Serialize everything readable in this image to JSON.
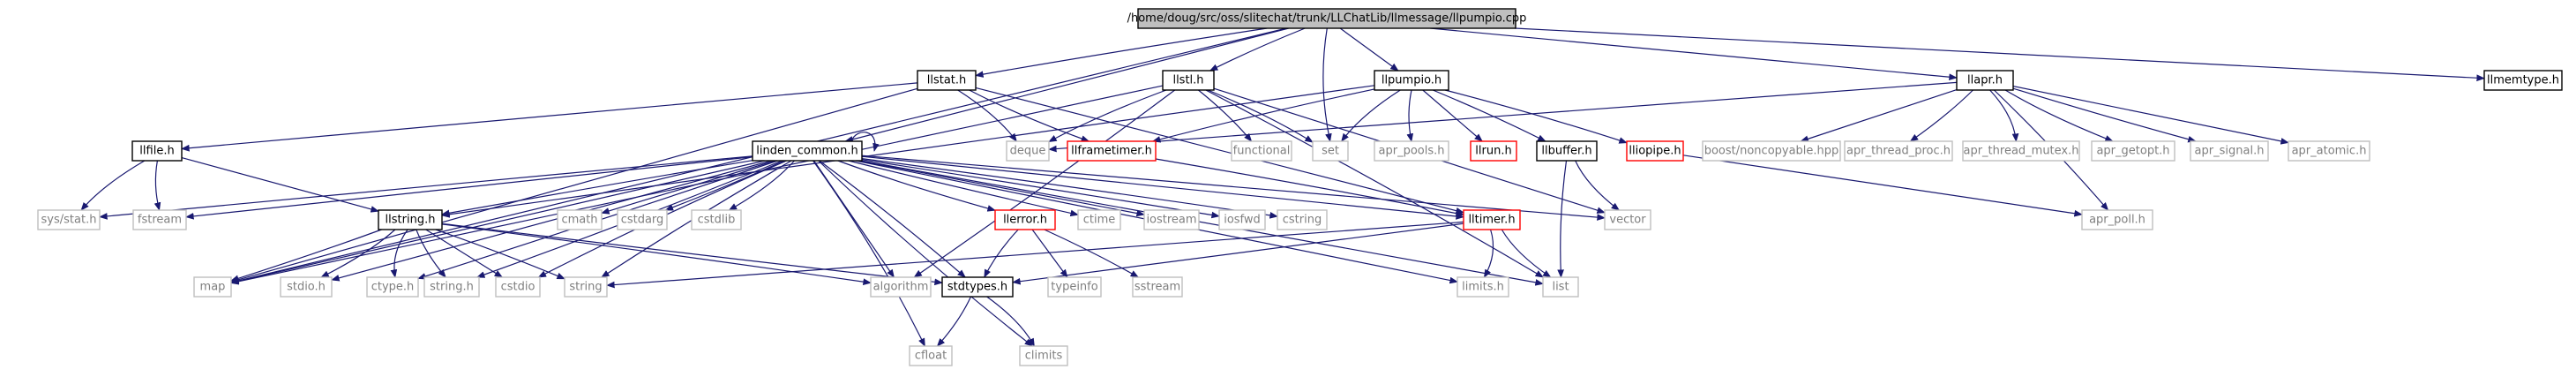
{
  "colors": {
    "edge": "#191970",
    "root_fill": "#bfbfbf",
    "border_black": "#000000",
    "border_red": "#ff0000",
    "border_gray": "#bfbfbf",
    "text_gray": "#7f7f7f",
    "text_dark": "#000000"
  },
  "nodes": [
    {
      "id": "llpumpio_cpp",
      "label": "/home/doug/src/oss/slitechat/trunk/LLChatLib/llmessage/llpumpio.cpp",
      "style": "root"
    },
    {
      "id": "llstat_h",
      "label": "llstat.h",
      "style": "black"
    },
    {
      "id": "llstl_h",
      "label": "llstl.h",
      "style": "black"
    },
    {
      "id": "llpumpio_h",
      "label": "llpumpio.h",
      "style": "black"
    },
    {
      "id": "llapr_h",
      "label": "llapr.h",
      "style": "black"
    },
    {
      "id": "llmemtype_h",
      "label": "llmemtype.h",
      "style": "black"
    },
    {
      "id": "llfile_h",
      "label": "llfile.h",
      "style": "black"
    },
    {
      "id": "linden_common_h",
      "label": "linden_common.h",
      "style": "black"
    },
    {
      "id": "llframetimer_h",
      "label": "llframetimer.h",
      "style": "red"
    },
    {
      "id": "deque",
      "label": "deque",
      "style": "gray"
    },
    {
      "id": "functional",
      "label": "functional",
      "style": "gray"
    },
    {
      "id": "set",
      "label": "set",
      "style": "gray"
    },
    {
      "id": "apr_pools_h",
      "label": "apr_pools.h",
      "style": "gray"
    },
    {
      "id": "llrun_h",
      "label": "llrun.h",
      "style": "red"
    },
    {
      "id": "llbuffer_h",
      "label": "llbuffer.h",
      "style": "black"
    },
    {
      "id": "lliopipe_h",
      "label": "lliopipe.h",
      "style": "red"
    },
    {
      "id": "boost_noncopyable",
      "label": "boost/noncopyable.hpp",
      "style": "gray"
    },
    {
      "id": "apr_thread_proc",
      "label": "apr_thread_proc.h",
      "style": "gray"
    },
    {
      "id": "apr_thread_mutex",
      "label": "apr_thread_mutex.h",
      "style": "gray"
    },
    {
      "id": "apr_getopt",
      "label": "apr_getopt.h",
      "style": "gray"
    },
    {
      "id": "apr_signal",
      "label": "apr_signal.h",
      "style": "gray"
    },
    {
      "id": "apr_atomic",
      "label": "apr_atomic.h",
      "style": "gray"
    },
    {
      "id": "sys_stat",
      "label": "sys/stat.h",
      "style": "gray"
    },
    {
      "id": "fstream",
      "label": "fstream",
      "style": "gray"
    },
    {
      "id": "llstring_h",
      "label": "llstring.h",
      "style": "black"
    },
    {
      "id": "cmath",
      "label": "cmath",
      "style": "gray"
    },
    {
      "id": "cstdarg",
      "label": "cstdarg",
      "style": "gray"
    },
    {
      "id": "cstdlib",
      "label": "cstdlib",
      "style": "gray"
    },
    {
      "id": "llerror_h",
      "label": "llerror.h",
      "style": "red"
    },
    {
      "id": "ctime",
      "label": "ctime",
      "style": "gray"
    },
    {
      "id": "iostream",
      "label": "iostream",
      "style": "gray"
    },
    {
      "id": "iosfwd",
      "label": "iosfwd",
      "style": "gray"
    },
    {
      "id": "cstring",
      "label": "cstring",
      "style": "gray"
    },
    {
      "id": "lltimer_h",
      "label": "lltimer.h",
      "style": "red"
    },
    {
      "id": "vector",
      "label": "vector",
      "style": "gray"
    },
    {
      "id": "apr_poll_h",
      "label": "apr_poll.h",
      "style": "gray"
    },
    {
      "id": "map",
      "label": "map",
      "style": "gray"
    },
    {
      "id": "stdio_h",
      "label": "stdio.h",
      "style": "gray"
    },
    {
      "id": "ctype_h",
      "label": "ctype.h",
      "style": "gray"
    },
    {
      "id": "string_h",
      "label": "string.h",
      "style": "gray"
    },
    {
      "id": "cstdio",
      "label": "cstdio",
      "style": "gray"
    },
    {
      "id": "string",
      "label": "string",
      "style": "gray"
    },
    {
      "id": "algorithm",
      "label": "algorithm",
      "style": "gray"
    },
    {
      "id": "stdtypes_h",
      "label": "stdtypes.h",
      "style": "black"
    },
    {
      "id": "typeinfo",
      "label": "typeinfo",
      "style": "gray"
    },
    {
      "id": "sstream",
      "label": "sstream",
      "style": "gray"
    },
    {
      "id": "limits_h",
      "label": "limits.h",
      "style": "gray"
    },
    {
      "id": "list",
      "label": "list",
      "style": "gray"
    },
    {
      "id": "cfloat",
      "label": "cfloat",
      "style": "gray"
    },
    {
      "id": "climits",
      "label": "climits",
      "style": "gray"
    }
  ],
  "edges": [
    [
      "llpumpio_cpp",
      "llstat_h"
    ],
    [
      "llpumpio_cpp",
      "llstl_h"
    ],
    [
      "llpumpio_cpp",
      "llpumpio_h"
    ],
    [
      "llpumpio_cpp",
      "llapr_h"
    ],
    [
      "llpumpio_cpp",
      "llmemtype_h"
    ],
    [
      "llpumpio_cpp",
      "set"
    ],
    [
      "llpumpio_cpp",
      "map"
    ],
    [
      "llpumpio_cpp",
      "linden_common_h"
    ],
    [
      "llstat_h",
      "llfile_h"
    ],
    [
      "llstat_h",
      "deque"
    ],
    [
      "llstat_h",
      "llframetimer_h"
    ],
    [
      "llstat_h",
      "map"
    ],
    [
      "llstat_h",
      "lltimer_h"
    ],
    [
      "llstl_h",
      "functional"
    ],
    [
      "llstl_h",
      "set"
    ],
    [
      "llstl_h",
      "deque"
    ],
    [
      "llstl_h",
      "map"
    ],
    [
      "llstl_h",
      "vector"
    ],
    [
      "llstl_h",
      "algorithm"
    ],
    [
      "llstl_h",
      "list"
    ],
    [
      "llpumpio_h",
      "set"
    ],
    [
      "llpumpio_h",
      "apr_pools_h"
    ],
    [
      "llpumpio_h",
      "llrun_h"
    ],
    [
      "llpumpio_h",
      "llbuffer_h"
    ],
    [
      "llpumpio_h",
      "lliopipe_h"
    ],
    [
      "llpumpio_h",
      "llframetimer_h"
    ],
    [
      "llpumpio_h",
      "llstring_h"
    ],
    [
      "llapr_h",
      "boost_noncopyable"
    ],
    [
      "llapr_h",
      "apr_thread_proc"
    ],
    [
      "llapr_h",
      "apr_thread_mutex"
    ],
    [
      "llapr_h",
      "apr_getopt"
    ],
    [
      "llapr_h",
      "apr_signal"
    ],
    [
      "llapr_h",
      "apr_atomic"
    ],
    [
      "llapr_h",
      "apr_poll_h"
    ],
    [
      "llapr_h",
      "deque"
    ],
    [
      "llfile_h",
      "sys_stat"
    ],
    [
      "llfile_h",
      "fstream"
    ],
    [
      "llfile_h",
      "llstring_h"
    ],
    [
      "linden_common_h",
      "linden_common_h"
    ],
    [
      "linden_common_h",
      "sys_stat"
    ],
    [
      "linden_common_h",
      "fstream"
    ],
    [
      "linden_common_h",
      "llstring_h"
    ],
    [
      "linden_common_h",
      "cmath"
    ],
    [
      "linden_common_h",
      "cstdarg"
    ],
    [
      "linden_common_h",
      "cstdlib"
    ],
    [
      "linden_common_h",
      "llerror_h"
    ],
    [
      "linden_common_h",
      "ctime"
    ],
    [
      "linden_common_h",
      "iostream"
    ],
    [
      "linden_common_h",
      "iosfwd"
    ],
    [
      "linden_common_h",
      "cstring"
    ],
    [
      "linden_common_h",
      "lltimer_h"
    ],
    [
      "linden_common_h",
      "map"
    ],
    [
      "linden_common_h",
      "stdio_h"
    ],
    [
      "linden_common_h",
      "ctype_h"
    ],
    [
      "linden_common_h",
      "string_h"
    ],
    [
      "linden_common_h",
      "cstdio"
    ],
    [
      "linden_common_h",
      "string"
    ],
    [
      "linden_common_h",
      "algorithm"
    ],
    [
      "linden_common_h",
      "stdtypes_h"
    ],
    [
      "linden_common_h",
      "cfloat"
    ],
    [
      "linden_common_h",
      "climits"
    ],
    [
      "linden_common_h",
      "limits_h"
    ],
    [
      "linden_common_h",
      "list"
    ],
    [
      "linden_common_h",
      "vector"
    ],
    [
      "llframetimer_h",
      "lltimer_h"
    ],
    [
      "llbuffer_h",
      "vector"
    ],
    [
      "llbuffer_h",
      "list"
    ],
    [
      "lliopipe_h",
      "apr_poll_h"
    ],
    [
      "llstring_h",
      "map"
    ],
    [
      "llstring_h",
      "stdio_h"
    ],
    [
      "llstring_h",
      "ctype_h"
    ],
    [
      "llstring_h",
      "string_h"
    ],
    [
      "llstring_h",
      "cstdio"
    ],
    [
      "llstring_h",
      "string"
    ],
    [
      "llstring_h",
      "algorithm"
    ],
    [
      "llstring_h",
      "stdtypes_h"
    ],
    [
      "llerror_h",
      "stdtypes_h"
    ],
    [
      "llerror_h",
      "typeinfo"
    ],
    [
      "llerror_h",
      "sstream"
    ],
    [
      "lltimer_h",
      "limits_h"
    ],
    [
      "lltimer_h",
      "list"
    ],
    [
      "lltimer_h",
      "stdtypes_h"
    ],
    [
      "lltimer_h",
      "string"
    ],
    [
      "stdtypes_h",
      "cfloat"
    ],
    [
      "stdtypes_h",
      "climits"
    ]
  ]
}
